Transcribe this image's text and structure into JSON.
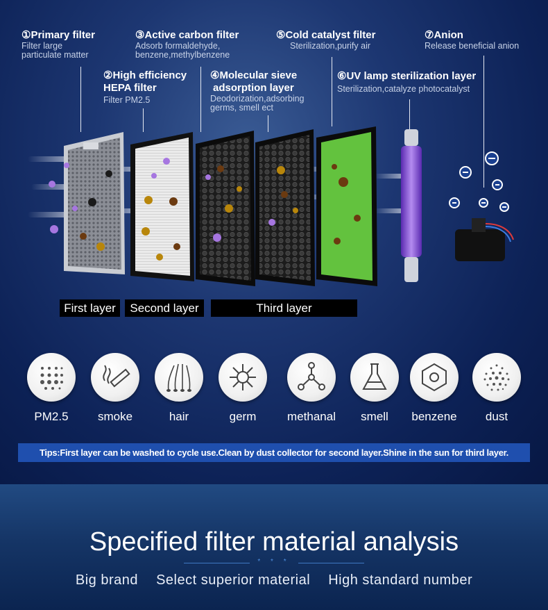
{
  "filters": [
    {
      "title": "①Primary filter",
      "desc": [
        "Filter large",
        "particulate matter"
      ]
    },
    {
      "title": "②High efficiency",
      "title2": "HEPA filter",
      "desc": [
        "Filter PM2.5"
      ]
    },
    {
      "title": "③Active carbon filter",
      "desc": [
        "Adsorb formaldehyde,",
        "benzene,methylbenzene"
      ]
    },
    {
      "title": "④Molecular sieve",
      "title2": "adsorption layer",
      "desc": [
        "Deodorization,adsorbing",
        "germs, smell ect"
      ]
    },
    {
      "title": "⑤Cold catalyst filter",
      "desc": [
        "Sterilization,purify air"
      ]
    },
    {
      "title": "⑥UV lamp sterilization layer",
      "desc": [
        "Sterilization,catalyze photocatalyst"
      ]
    },
    {
      "title": "⑦Anion",
      "desc": [
        "Release beneficial anion"
      ]
    }
  ],
  "layers": [
    "First layer",
    "Second layer",
    "Third layer"
  ],
  "pollutants": [
    {
      "label": "PM2.5",
      "icon": "particles-icon"
    },
    {
      "label": "smoke",
      "icon": "cigarette-icon"
    },
    {
      "label": "hair",
      "icon": "hair-icon"
    },
    {
      "label": "germ",
      "icon": "germ-icon"
    },
    {
      "label": "methanal",
      "icon": "molecule-icon"
    },
    {
      "label": "smell",
      "icon": "flask-icon"
    },
    {
      "label": "benzene",
      "icon": "hexagon-icon"
    },
    {
      "label": "dust",
      "icon": "dust-icon"
    }
  ],
  "tips": "Tips:First layer can be washed to cycle use.Clean by dust collector for second layer.Shine in the sun for third layer.",
  "section_title": "Specified filter material analysis",
  "section_stars": "* * *",
  "subtitle": [
    "Big brand",
    "Select superior material",
    "High standard number"
  ],
  "colors": {
    "accent": "#1f4fae",
    "uv_purple": "#7a3fd0",
    "green_filter": "#5fbf3a"
  }
}
